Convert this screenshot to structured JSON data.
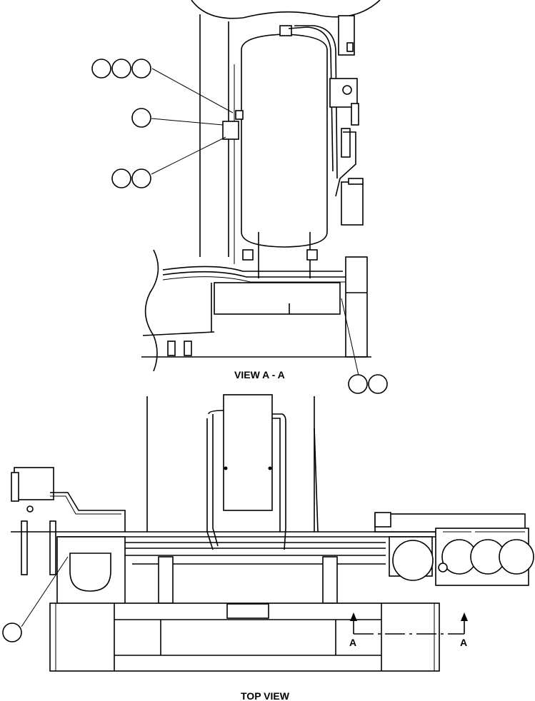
{
  "labels": {
    "view_a_a": "VIEW A - A",
    "top_view": "TOP VIEW",
    "section_left": "A",
    "section_right": "A"
  },
  "callouts": {
    "group1_count": 3,
    "group2_count": 1,
    "group3_count": 2,
    "group4_count": 2,
    "group5_count": 1
  }
}
